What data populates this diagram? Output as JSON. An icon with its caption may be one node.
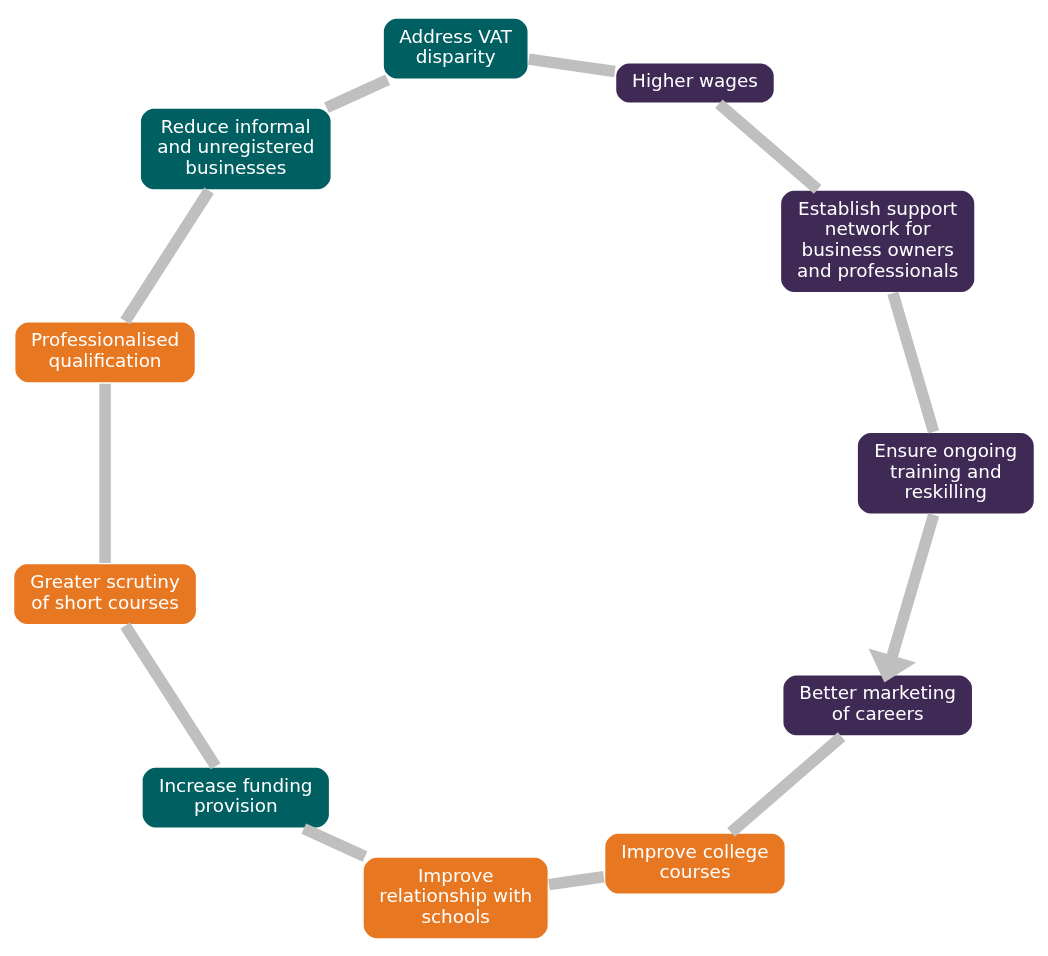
{
  "diagram": {
    "nodes": [
      {
        "text": [
          "Better marketing of careers"
        ]
      },
      {
        "text": [
          "Improve college courses"
        ]
      },
      {
        "text": [
          "Improve relationship with schools"
        ]
      },
      {
        "text": [
          "Increase funding provision"
        ]
      },
      {
        "text": [
          "Greater scrutiny of short courses"
        ]
      },
      {
        "text": [
          "Professionalised qualification"
        ]
      },
      {
        "text": [
          "Reduce informal and unregistered businesses"
        ]
      },
      {
        "text": [
          "Address VAT disparity"
        ]
      },
      {
        "text": [
          "Higher wages"
        ]
      },
      {
        "text": [
          "Establish support network for business owners and professionals"
        ]
      },
      {
        "text": [
          "Ensure ongoing training and reskilling"
        ]
      }
    ],
    "edges": [
      {
        "from": 0,
        "to": 1,
        "arrow": "none"
      },
      {
        "from": 1,
        "to": 2,
        "arrow": "none"
      },
      {
        "from": 2,
        "to": 3,
        "arrow": "none"
      },
      {
        "from": 3,
        "to": 4,
        "arrow": "none"
      },
      {
        "from": 4,
        "to": 5,
        "arrow": "none"
      },
      {
        "from": 5,
        "to": 6,
        "arrow": "none"
      },
      {
        "from": 6,
        "to": 7,
        "arrow": "none"
      },
      {
        "from": 7,
        "to": 8,
        "arrow": "none"
      },
      {
        "from": 8,
        "to": 9,
        "arrow": "none"
      },
      {
        "from": 9,
        "to": 10,
        "arrow": "none"
      },
      {
        "from": 10,
        "to": 0,
        "arrow": "to"
      }
    ]
  }
}
